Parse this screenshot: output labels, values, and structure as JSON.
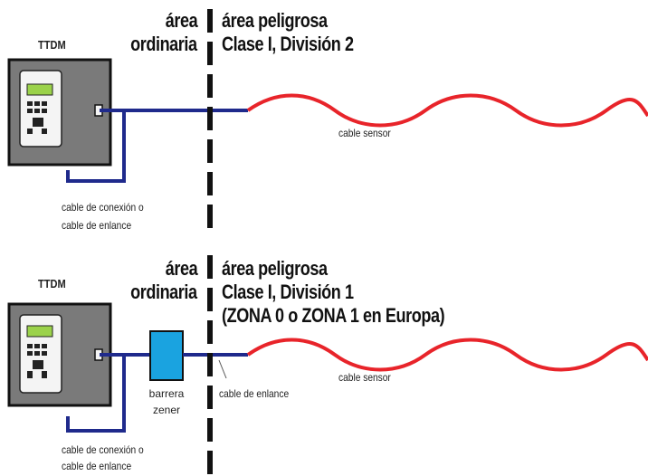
{
  "top": {
    "monitor_label": "TTDM",
    "ordinary_line1": "área",
    "ordinary_line2": "ordinaria",
    "hazard_line1": "área peligrosa",
    "hazard_line2": "Clase I, División 2",
    "sensor_cable": "cable sensor",
    "connection_line1": "cable de conexión o",
    "connection_line2": "cable de enlance"
  },
  "bottom": {
    "monitor_label": "TTDM",
    "ordinary_line1": "área",
    "ordinary_line2": "ordinaria",
    "hazard_line1": "área peligrosa",
    "hazard_line2": "Clase I, División 1",
    "hazard_line3": "(ZONA 0 o ZONA 1 en Europa)",
    "barrier_line1": "barrera",
    "barrier_line2": "zener",
    "link_cable": "cable de enlance",
    "sensor_cable": "cable sensor",
    "connection_line1": "cable de conexión o",
    "connection_line2": "cable de enlance"
  },
  "colors": {
    "connection_cable": "#1f2a8c",
    "sensor_cable": "#e8242a",
    "barrier": "#1aa3e0",
    "panel": "#7a7a7a",
    "display": "#9bd24a"
  }
}
